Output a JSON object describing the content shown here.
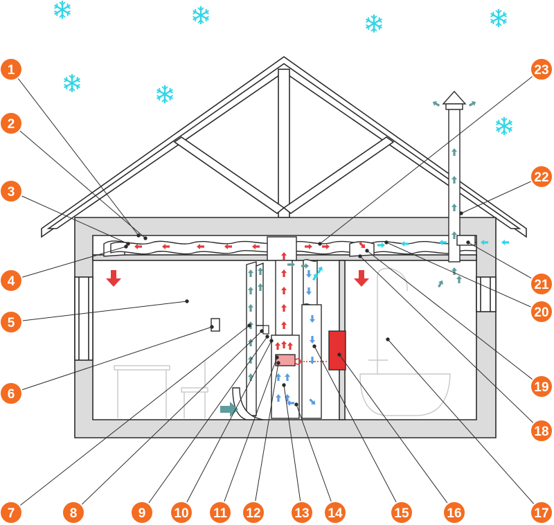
{
  "colors": {
    "badge": "#f36c21",
    "badge_stroke": "#ffffff",
    "snowflake": "#2fd6e6",
    "outline": "#2a2a2a",
    "wall_fill": "#dcdcdc",
    "warm_arrow": "#e53a3a",
    "cold_arrow": "#5a9de0",
    "fresh_arrow": "#5f9c9c",
    "heater": "#e53131"
  },
  "icons": {
    "snowflake": "snowflake-icon",
    "callout": "numbered-callout-badge"
  },
  "callouts": [
    "1",
    "2",
    "3",
    "4",
    "5",
    "6",
    "7",
    "8",
    "9",
    "10",
    "11",
    "12",
    "13",
    "14",
    "15",
    "16",
    "17",
    "18",
    "19",
    "20",
    "21",
    "22",
    "23"
  ]
}
